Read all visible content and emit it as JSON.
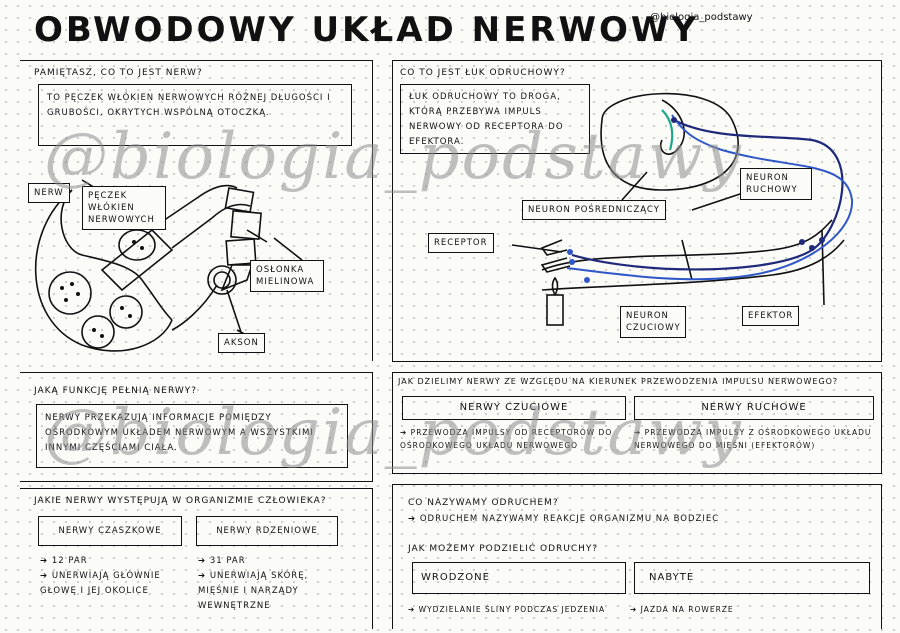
{
  "title": "OBWODOWY UKŁAD NERWOWY",
  "handle": "@biologia_podstawy",
  "watermark": "@biologia_podstawy",
  "sec_nerve": {
    "question": "PAMIĘTASZ, CO TO JEST NERW?",
    "answer": "TO PĘCZEK WŁÓKIEN NERWOWYCH RÓŻNEJ DŁUGOŚCI I GRUBOŚCI, OKRYTYCH WSPÓLNĄ OTOCZKĄ.",
    "labels": {
      "nerw": "NERW",
      "peczek": "PĘCZEK WŁÓKIEN NERWOWYCH",
      "oslonka": "OSŁONKA MIELINOWA",
      "akson": "AKSON"
    }
  },
  "sec_reflex_arc": {
    "question": "CO TO JEST ŁUK ODRUCHOWY?",
    "answer": "ŁUK ODRUCHOWY TO DROGA, KTÓRĄ PRZEBYWA IMPULS NERWOWY OD RECEPTORA DO EFEKTORA.",
    "labels": {
      "posredniczacy": "NEURON POŚREDNICZĄCY",
      "ruchowy": "NEURON RUCHOWY",
      "receptor": "RECEPTOR",
      "czuciowy": "NEURON CZUCIOWY",
      "efektor": "EFEKTOR"
    }
  },
  "sec_function": {
    "question": "JAKĄ FUNKCJĘ PEŁNIĄ NERWY?",
    "answer": "NERWY PRZEKAZUJĄ INFORMACJE POMIĘDZY OŚRODKOWYM UKŁADEM NERWOWYM A WSZYSTKIMI INNYMI CZĘŚCIAMI CIAŁA."
  },
  "sec_types": {
    "question": "JAKIE NERWY WYSTĘPUJĄ W ORGANIZMIE CZŁOWIEKA?",
    "cranial": {
      "name": "NERWY CZASZKOWE",
      "count": "12 PAR",
      "desc": "UNERWIAJĄ GŁÓWNIE GŁOWĘ I JEJ OKOLICE"
    },
    "spinal": {
      "name": "NERWY RDZENIOWE",
      "count": "31 PAR",
      "desc": "UNERWIAJĄ SKÓRĘ, MIĘŚNIE I NARZĄDY WEWNĘTRZNE"
    }
  },
  "sec_direction": {
    "question": "JAK DZIELIMY NERWY ZE WZGLĘDU NA KIERUNEK PRZEWODZENIA IMPULSU NERWOWEGO?",
    "sensory": {
      "name": "NERWY CZUCIOWE",
      "desc": "PRZEWODZĄ IMPULSY OD RECEPTORÓW DO OŚRODKOWEGO UKŁADU NERWOWEGO"
    },
    "motor": {
      "name": "NERWY RUCHOWE",
      "desc": "PRZEWODZĄ IMPULSY Z OŚRODKOWEGO UKŁADU NERWOWEGO DO MIĘŚNI (EFEKTORÓW)"
    }
  },
  "sec_reflex": {
    "question1": "CO NAZYWAMY ODRUCHEM?",
    "answer1": "ODRUCHEM NAZYWAMY REAKCJE ORGANIZMU NA BODZIEC",
    "question2": "JAK MOŻEMY PODZIELIĆ ODRUCHY?",
    "innate": {
      "name": "WRODZONE",
      "example": "WYDZIELANIE ŚLINY PODCZAS JEDZENIA"
    },
    "acquired": {
      "name": "NABYTE",
      "example": "JAZDA NA ROWERZE"
    }
  },
  "colors": {
    "blue": "#2f57c8",
    "navy": "#1f2a7a",
    "teal": "#1ea58a",
    "ink": "#111111"
  }
}
